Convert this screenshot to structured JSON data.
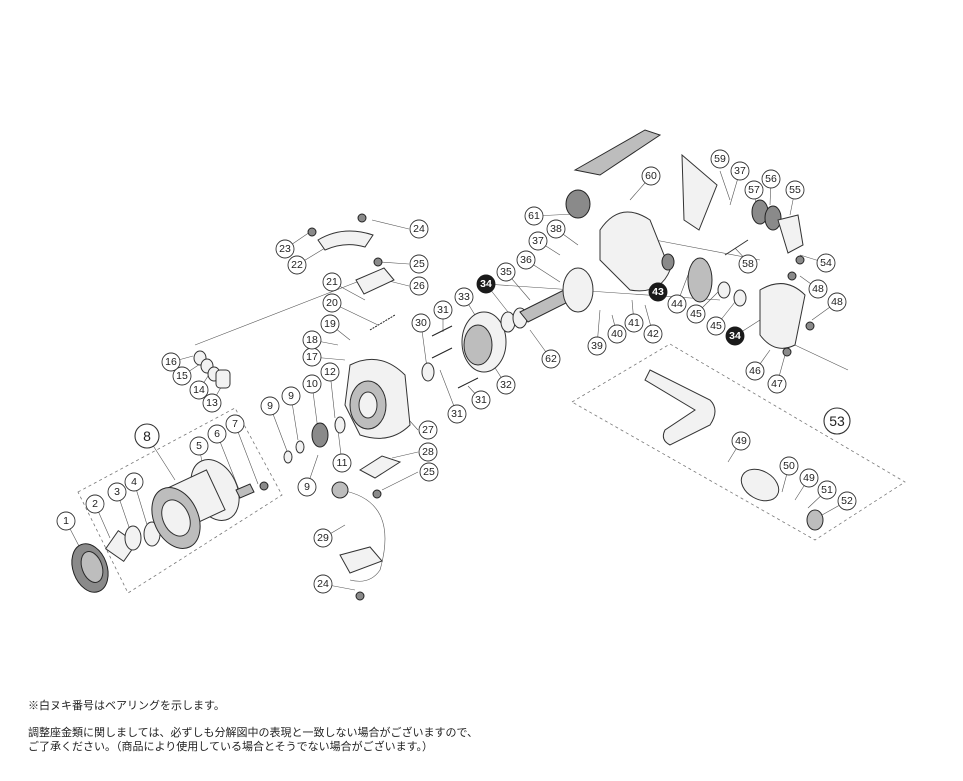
{
  "bearing_note": "※白ヌキ番号はベアリングを示します。",
  "disclaimer_line_1": "調整座金類に関しましては、必ずしも分解図中の表現と一致しない場合がございますので、",
  "disclaimer_line_2": "ご了承ください。（商品により使用している場合とそうでない場合がございます。）",
  "parts": [
    {
      "id": "p1",
      "label": "1"
    },
    {
      "id": "p2",
      "label": "2"
    },
    {
      "id": "p3",
      "label": "3"
    },
    {
      "id": "p4",
      "label": "4"
    },
    {
      "id": "p5",
      "label": "5"
    },
    {
      "id": "p6",
      "label": "6"
    },
    {
      "id": "p7",
      "label": "7"
    },
    {
      "id": "p8",
      "label": "8"
    },
    {
      "id": "p9a",
      "label": "9"
    },
    {
      "id": "p9b",
      "label": "9"
    },
    {
      "id": "p9c",
      "label": "9"
    },
    {
      "id": "p10",
      "label": "10"
    },
    {
      "id": "p11",
      "label": "11"
    },
    {
      "id": "p12",
      "label": "12"
    },
    {
      "id": "p13",
      "label": "13"
    },
    {
      "id": "p14",
      "label": "14"
    },
    {
      "id": "p15",
      "label": "15"
    },
    {
      "id": "p16",
      "label": "16"
    },
    {
      "id": "p17",
      "label": "17"
    },
    {
      "id": "p18",
      "label": "18"
    },
    {
      "id": "p19",
      "label": "19"
    },
    {
      "id": "p20",
      "label": "20"
    },
    {
      "id": "p21",
      "label": "21"
    },
    {
      "id": "p22",
      "label": "22"
    },
    {
      "id": "p23",
      "label": "23"
    },
    {
      "id": "p24a",
      "label": "24"
    },
    {
      "id": "p24b",
      "label": "24"
    },
    {
      "id": "p25a",
      "label": "25"
    },
    {
      "id": "p25b",
      "label": "25"
    },
    {
      "id": "p26",
      "label": "26"
    },
    {
      "id": "p27",
      "label": "27"
    },
    {
      "id": "p28",
      "label": "28"
    },
    {
      "id": "p29",
      "label": "29"
    },
    {
      "id": "p30",
      "label": "30"
    },
    {
      "id": "p31a",
      "label": "31"
    },
    {
      "id": "p31b",
      "label": "31"
    },
    {
      "id": "p31c",
      "label": "31"
    },
    {
      "id": "p32",
      "label": "32"
    },
    {
      "id": "p33",
      "label": "33"
    },
    {
      "id": "p34a",
      "label": "34"
    },
    {
      "id": "p34b",
      "label": "34"
    },
    {
      "id": "p35",
      "label": "35"
    },
    {
      "id": "p36",
      "label": "36"
    },
    {
      "id": "p37a",
      "label": "37"
    },
    {
      "id": "p37b",
      "label": "37"
    },
    {
      "id": "p38",
      "label": "38"
    },
    {
      "id": "p39",
      "label": "39"
    },
    {
      "id": "p40",
      "label": "40"
    },
    {
      "id": "p41",
      "label": "41"
    },
    {
      "id": "p42",
      "label": "42"
    },
    {
      "id": "p43",
      "label": "43"
    },
    {
      "id": "p44",
      "label": "44"
    },
    {
      "id": "p45a",
      "label": "45"
    },
    {
      "id": "p45b",
      "label": "45"
    },
    {
      "id": "p46",
      "label": "46"
    },
    {
      "id": "p47",
      "label": "47"
    },
    {
      "id": "p48a",
      "label": "48"
    },
    {
      "id": "p48b",
      "label": "48"
    },
    {
      "id": "p49a",
      "label": "49"
    },
    {
      "id": "p49b",
      "label": "49"
    },
    {
      "id": "p50",
      "label": "50"
    },
    {
      "id": "p51",
      "label": "51"
    },
    {
      "id": "p52",
      "label": "52"
    },
    {
      "id": "p53",
      "label": "53"
    },
    {
      "id": "p54",
      "label": "54"
    },
    {
      "id": "p55",
      "label": "55"
    },
    {
      "id": "p56",
      "label": "56"
    },
    {
      "id": "p57",
      "label": "57"
    },
    {
      "id": "p58",
      "label": "58"
    },
    {
      "id": "p59",
      "label": "59"
    },
    {
      "id": "p60",
      "label": "60"
    },
    {
      "id": "p61",
      "label": "61"
    },
    {
      "id": "p62",
      "label": "62"
    }
  ]
}
